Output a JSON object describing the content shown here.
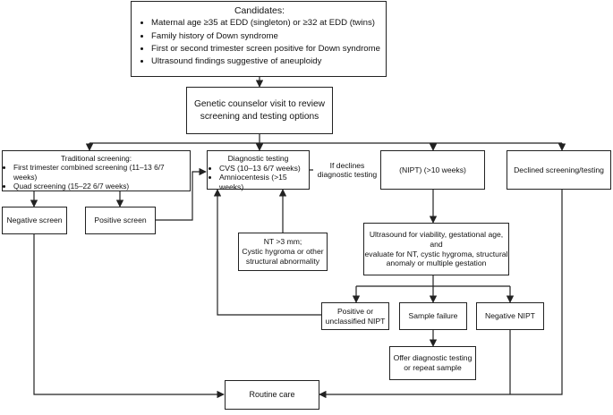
{
  "candidates": {
    "title": "Candidates:",
    "items": [
      "Maternal age ≥35 at EDD (singleton) or ≥32 at EDD (twins)",
      "Family history of Down syndrome",
      "First or second trimester screen positive for Down syndrome",
      "Ultrasound findings suggestive of aneuploidy"
    ]
  },
  "counselor": {
    "line1": "Genetic counselor visit to review",
    "line2": "screening and testing options"
  },
  "traditional": {
    "title": "Traditional screening:",
    "items": [
      "First trimester combined screening (11–13 6/7 weeks)",
      "Quad screening (15–22 6/7 weeks)"
    ]
  },
  "diagnostic": {
    "title": "Diagnostic testing",
    "items": [
      "CVS (10–13 6/7 weeks)",
      "Amniocentesis (>15 weeks)"
    ]
  },
  "edge_label": {
    "line1": "If declines",
    "line2": "diagnostic testing"
  },
  "nipt": "(NIPT) (>10 weeks)",
  "declined": "Declined screening/testing",
  "negative_screen": "Negative screen",
  "positive_screen": "Positive screen",
  "nt": {
    "line1": "NT >3 mm;",
    "line2": "Cystic hygroma or other",
    "line3": "structural abnormality"
  },
  "ultrasound": {
    "line1": "Ultrasound for viability, gestational age, and",
    "line2": "evaluate for NT, cystic hygroma, structural",
    "line3": "anomaly or multiple gestation"
  },
  "positive_nipt": {
    "line1": "Positive or",
    "line2": "unclassified NIPT"
  },
  "sample_failure": "Sample failure",
  "negative_nipt": "Negative NIPT",
  "offer": {
    "line1": "Offer diagnostic testing",
    "line2": "or repeat sample"
  },
  "routine": "Routine care"
}
